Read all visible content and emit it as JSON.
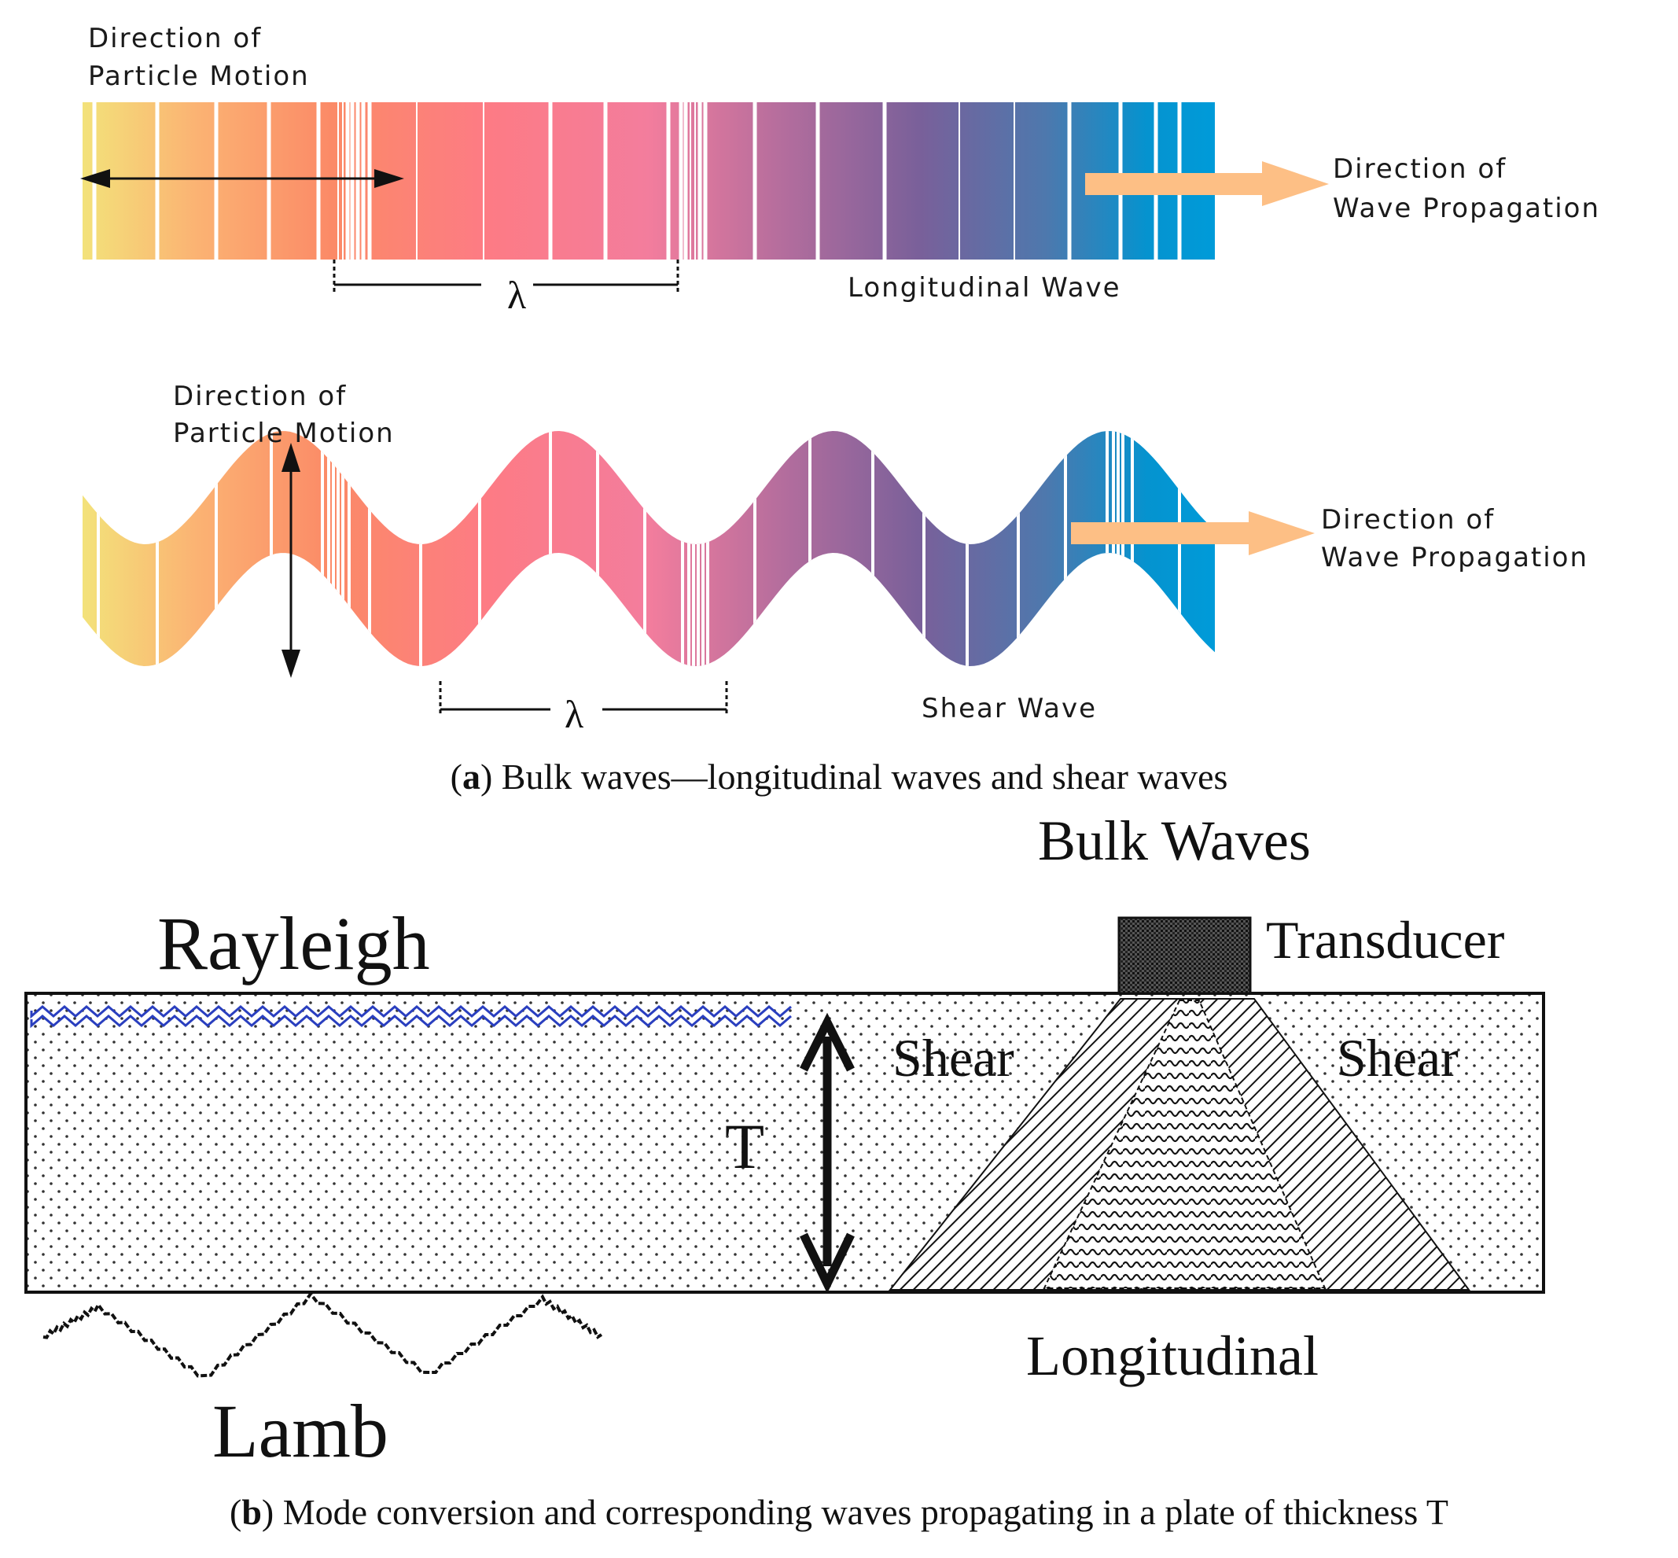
{
  "panel_a": {
    "longitudinal": {
      "particle_motion_line1": "Direction of",
      "particle_motion_line2": "Particle Motion",
      "propagation_line1": "Direction of",
      "propagation_line2": "Wave Propagation",
      "wavelength_symbol": "λ",
      "wave_name": "Longitudinal Wave"
    },
    "shear": {
      "particle_motion_line1": "Direction of",
      "particle_motion_line2": "Particle Motion",
      "propagation_line1": "Direction of",
      "propagation_line2": "Wave Propagation",
      "wavelength_symbol": "λ",
      "wave_name": "Shear Wave"
    },
    "caption_letter": "a",
    "caption_text": "Bulk waves—longitudinal waves and shear waves"
  },
  "panel_b": {
    "bulk_waves": "Bulk Waves",
    "transducer": "Transducer",
    "rayleigh": "Rayleigh",
    "shear_left": "Shear",
    "shear_right": "Shear",
    "thickness": "T",
    "longitudinal": "Longitudinal",
    "lamb": "Lamb",
    "caption_letter": "b",
    "caption_text": "Mode conversion and corresponding waves propagating in a plate of thickness T"
  },
  "colors": {
    "gradient": [
      "#f3e27a",
      "#fbb373",
      "#fb8a67",
      "#fd7b85",
      "#f37d9d",
      "#b36d9d",
      "#79609a",
      "#4e78ad",
      "#0593cf",
      "#009bd9"
    ],
    "propagation_arrow": "#fdbf85",
    "rayleigh_wave": "#2a3fbf",
    "ink": "#111111"
  }
}
